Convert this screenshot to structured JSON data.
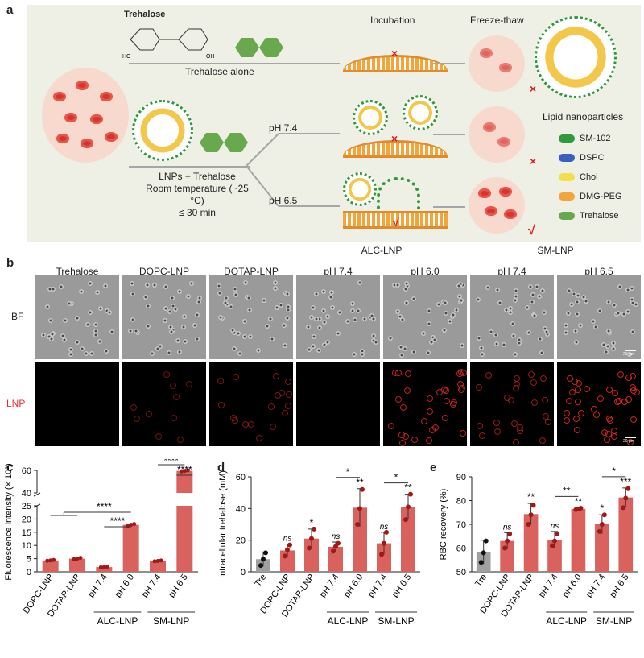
{
  "panel_letters": {
    "a": "a",
    "b": "b",
    "c": "c",
    "d": "d",
    "e": "e"
  },
  "panel_a": {
    "trehalose_label": "Trehalose",
    "trehalose_alone": "Trehalose alone",
    "lnps_trehalose": "LNPs + Trehalose",
    "room_temp": "Room temperature (~25 °C)",
    "time": "≤ 30 min",
    "ph74": "pH 7.4",
    "ph65": "pH 6.5",
    "incubation": "Incubation",
    "freeze_thaw": "Freeze-thaw",
    "lipid_nanoparticles": "Lipid nanoparticles",
    "legend": [
      {
        "name": "SM-102",
        "color": "#2f9a3a"
      },
      {
        "name": "DSPC",
        "color": "#3a5fbf"
      },
      {
        "name": "Chol",
        "color": "#f2e04a"
      },
      {
        "name": "DMG-PEG",
        "color": "#f3a53a"
      },
      {
        "name": "Trehalose",
        "color": "#6aa84f"
      }
    ],
    "cross": "×",
    "check": "√"
  },
  "panel_b": {
    "group_alc": "ALC-LNP",
    "group_sm": "SM-LNP",
    "columns": [
      "Trehalose",
      "DOPC-LNP",
      "DOTAP-LNP",
      "pH 7.4",
      "pH 6.0",
      "pH 7.4",
      "pH 6.5"
    ],
    "row_bf": "BF",
    "row_lnp": "LNP",
    "scale_label": "20 μm"
  },
  "chart_data": [
    {
      "type": "bar",
      "panel": "c",
      "ylabel": "Fluorescence intensity (× 10³)",
      "categories": [
        "DOPC-LNP",
        "DOTAP-LNP",
        "pH 7.4",
        "pH 6.0",
        "pH 7.4",
        "pH 6.5"
      ],
      "group_labels": [
        {
          "label": "ALC-LNP",
          "from": 2,
          "to": 3
        },
        {
          "label": "SM-LNP",
          "from": 4,
          "to": 5
        }
      ],
      "values": [
        4.3,
        5.0,
        1.8,
        17.8,
        4.1,
        59.5
      ],
      "points": [
        [
          4.2,
          4.3,
          4.5
        ],
        [
          4.8,
          5.0,
          5.3
        ],
        [
          1.7,
          1.8,
          1.9
        ],
        [
          17.4,
          17.8,
          18.1
        ],
        [
          4.0,
          4.1,
          4.3
        ],
        [
          59.0,
          59.5,
          60.0
        ]
      ],
      "colors": [
        "#d9625f",
        "#d9625f",
        "#d9625f",
        "#d9625f",
        "#d9625f",
        "#d9625f"
      ],
      "broken_axis": {
        "lower": [
          0,
          25
        ],
        "upper": [
          40,
          60
        ]
      },
      "yticks_lower": [
        0,
        5,
        10,
        15,
        20,
        25
      ],
      "yticks_upper": [
        40,
        60
      ],
      "significance": [
        {
          "label": "****",
          "from": 0.5,
          "to": 3
        },
        {
          "label": "****",
          "from": 2,
          "to": 3
        },
        {
          "label": "****",
          "from": 4,
          "to": 5
        },
        {
          "label": "****",
          "from": 5,
          "to": 5
        }
      ]
    },
    {
      "type": "bar",
      "panel": "d",
      "ylabel": "Intracellular trehalose (mM)",
      "categories": [
        "Tre",
        "DOPC-LNP",
        "DOTAP-LNP",
        "pH 7.4",
        "pH 6.0",
        "pH 7.4",
        "pH 6.5"
      ],
      "group_labels": [
        {
          "label": "ALC-LNP",
          "from": 3,
          "to": 4
        },
        {
          "label": "SM-LNP",
          "from": 5,
          "to": 6
        }
      ],
      "values": [
        8.0,
        13.5,
        21.0,
        15.8,
        40.5,
        18.0,
        41.0
      ],
      "errors": [
        4.5,
        4,
        6,
        3,
        12,
        7,
        8
      ],
      "points": [
        [
          4,
          8,
          12
        ],
        [
          10,
          14,
          17
        ],
        [
          15,
          21,
          27
        ],
        [
          13,
          16,
          18
        ],
        [
          30,
          40,
          52
        ],
        [
          11,
          18,
          25
        ],
        [
          33,
          41,
          49
        ]
      ],
      "colors": [
        "#a0a0a0",
        "#d9625f",
        "#d9625f",
        "#d9625f",
        "#d9625f",
        "#d9625f",
        "#d9625f"
      ],
      "ylim": [
        0,
        60
      ],
      "yticks": [
        0,
        20,
        40,
        60
      ],
      "annotations": [
        "",
        "ns",
        "*",
        "ns",
        "**",
        "ns",
        "**"
      ],
      "brackets": [
        {
          "label": "*",
          "from": 3,
          "to": 4
        },
        {
          "label": "*",
          "from": 5,
          "to": 6
        }
      ]
    },
    {
      "type": "bar",
      "panel": "e",
      "ylabel": "RBC recovery (%)",
      "categories": [
        "Tre",
        "DOPC-LNP",
        "DOTAP-LNP",
        "pH 7.4",
        "pH 6.0",
        "pH 7.4",
        "pH 6.5"
      ],
      "group_labels": [
        {
          "label": "ALC-LNP",
          "from": 3,
          "to": 4
        },
        {
          "label": "SM-LNP",
          "from": 5,
          "to": 6
        }
      ],
      "values": [
        58.3,
        63.0,
        74.3,
        63.5,
        76.5,
        70.0,
        81.3
      ],
      "errors": [
        5,
        3.5,
        4.5,
        3.5,
        0.5,
        4,
        4
      ],
      "points": [
        [
          54,
          58,
          63
        ],
        [
          60,
          63,
          66
        ],
        [
          70,
          74,
          78
        ],
        [
          61,
          63,
          66
        ],
        [
          76.2,
          76.5,
          76.8
        ],
        [
          67,
          70,
          74
        ],
        [
          77,
          81,
          85
        ]
      ],
      "colors": [
        "#a0a0a0",
        "#d9625f",
        "#d9625f",
        "#d9625f",
        "#d9625f",
        "#d9625f",
        "#d9625f"
      ],
      "ylim": [
        50,
        90
      ],
      "yticks": [
        50,
        60,
        70,
        80,
        90
      ],
      "annotations": [
        "",
        "ns",
        "**",
        "ns",
        "**",
        "*",
        "***"
      ],
      "brackets": [
        {
          "label": "**",
          "from": 3,
          "to": 4
        },
        {
          "label": "*",
          "from": 5,
          "to": 6
        }
      ]
    }
  ]
}
